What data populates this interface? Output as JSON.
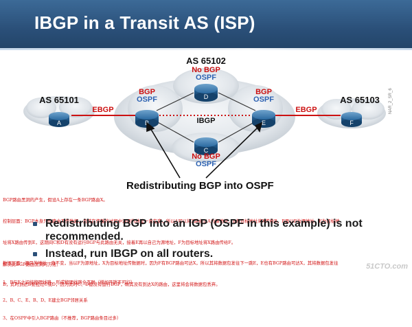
{
  "slide": {
    "title": "IBGP in a Transit AS (ISP)"
  },
  "diagram": {
    "as_left": "AS 65101",
    "as_top": "AS 65102",
    "as_right": "AS 65103",
    "no_bgp_top": "No BGP",
    "ospf_top": "OSPF",
    "no_bgp_bottom": "No BGP",
    "ospf_bottom": "OSPF",
    "bgp_left": "BGP",
    "ospf_left": "OSPF",
    "bgp_right": "BGP",
    "ospf_right": "OSPF",
    "ebgp_left": "EBGP",
    "ebgp_right": "EBGP",
    "ibgp": "IBGP",
    "routers": {
      "a": "A",
      "b": "B",
      "c": "C",
      "d": "D",
      "e": "E",
      "f": "F"
    },
    "callout": "Redistributing BGP into OSPF",
    "side_code": "NAR_2_SR_6"
  },
  "notes": [
    "BGP路由黑洞的产生，假设A上存在一条BGP路由X。",
    "控制层面：BGP本身只传路由不传数据，且其在传输的过程中源目的地址一直在变，所以A可以将X路由以A为源地址，B为目标地址将X传给B，B再以B为源地址，E为目标地",
    "址将X路由传到E，这期间C和D有没有运行BGP与此路由无关，接着E再以自己为源地址，F为目标地址将X路由传给F。",
    "数据层面：源目的地址一直不变，当以F为源地址，X为目标地址传数据时，因为F有BGP路由可达X，所以其将数据包发往下一跳E，E也有BGP路由可达X，其将数据包发往",
    "B，此时到达B要经过C或D，因为此时C、D都没有运行BGP，故其没有到达X的路由，这里将会将数据包丢弃。"
  ],
  "bullets": [
    "Redistributing BGP into an IGP (OSPF in this example) is not recommended.",
    "Instead, run IBGP on all routers."
  ],
  "bottom_notes": [
    "解决此BGP路由黑洞的方法：",
    "1、B与E之间接物理线路，形成物理线路全互联（增加开销不可行）",
    "2、B、C、E、B、D、E建立BGP邻居关系",
    "3、在OSPF中引入BGP路由（不推荐，BGP路由条目过多）"
  ],
  "watermark": "51CTO.com",
  "colors": {
    "title_bg": "#2a4f78",
    "router_blue": "#2b6aa0",
    "ebgp_line": "#cc1111",
    "ibgp_dots": "#cc1111",
    "ospf_blue": "#2d62b2",
    "red_text": "#d21414"
  }
}
